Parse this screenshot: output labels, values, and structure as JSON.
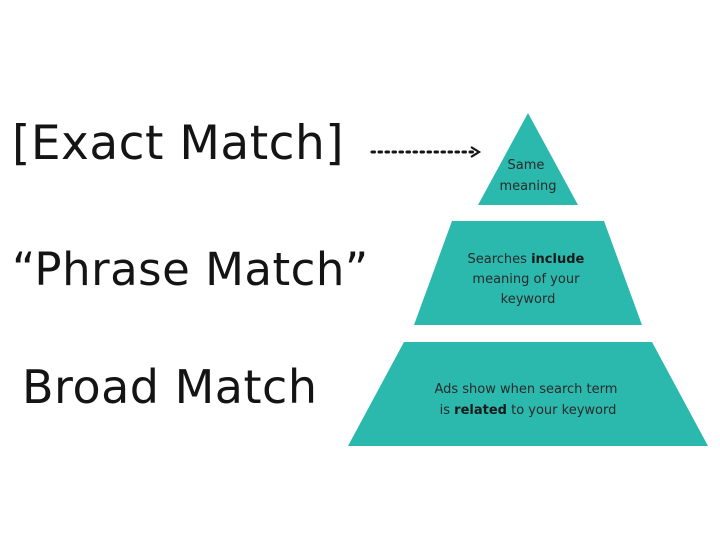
{
  "colors": {
    "tier_fill": "#2bb8ad",
    "text": "#141414",
    "arrow": "#141414"
  },
  "labels": {
    "exact": "[Exact Match]",
    "phrase": "“Phrase Match”",
    "broad": "Broad Match"
  },
  "tiers": {
    "top": {
      "line1": "Same",
      "line2": "meaning"
    },
    "middle": {
      "line1_pre": "Searches ",
      "line1_bold": "include",
      "line2": "meaning of your",
      "line3": "keyword"
    },
    "bottom": {
      "line1": "Ads show when search term",
      "line2_pre": "is ",
      "line2_bold": "related",
      "line2_post": " to your keyword"
    }
  }
}
